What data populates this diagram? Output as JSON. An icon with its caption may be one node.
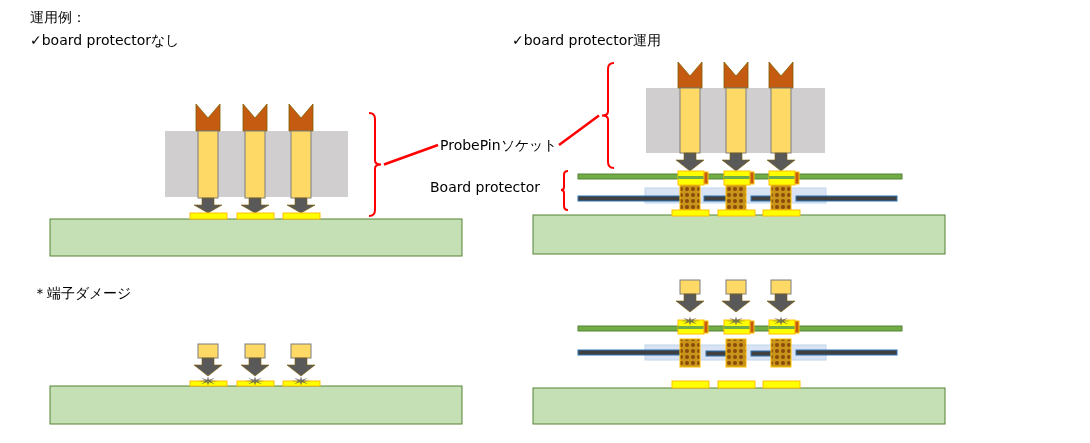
{
  "diagram": {
    "nodes": [
      {
        "text": [
          "ProbePinソケット"
        ]
      },
      {
        "text": [],
        "shape": "bracket"
      },
      {
        "text": [],
        "shape": "bracket"
      }
    ],
    "edges": [
      {
        "from": 0,
        "to": 1,
        "arrow": "none"
      },
      {
        "from": 0,
        "to": 2,
        "arrow": "none"
      }
    ],
    "labels": [
      "運用例：",
      "✓board protectorなし",
      "✓board protector運用",
      "Board protector",
      "＊端子ダメージ"
    ]
  }
}
